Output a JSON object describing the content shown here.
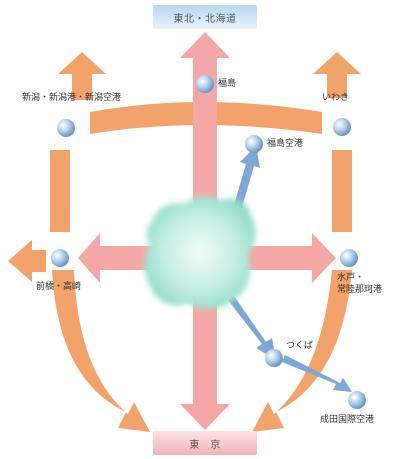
{
  "destinations": {
    "north": "東北・北海道",
    "south": "東　京"
  },
  "places": {
    "fukushima": "福島",
    "fukushima_airport": "福島空港",
    "niigata": "新潟・新潟港・新潟空港",
    "iwaki": "いわき",
    "maebashi": "前橋・高崎",
    "mito_line1": "水戸・",
    "mito_line2": "常陸那珂港",
    "tsukuba": "つくば",
    "narita": "成田国際空港"
  },
  "colors": {
    "pink_arrow": "#f4a7a7",
    "orange_arrow": "#f2a36b",
    "blue_arrow": "#7ea6d6",
    "center_blob": "#9ee2cf",
    "node_dot": "#7ea8cf"
  }
}
